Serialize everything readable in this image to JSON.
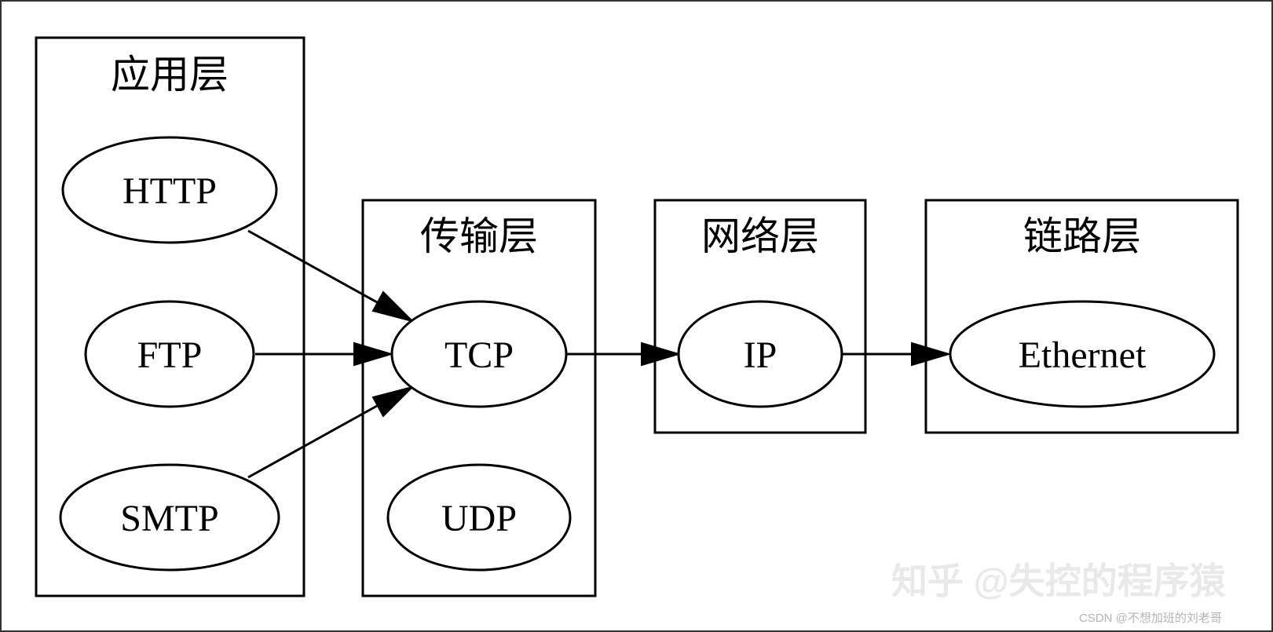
{
  "layers": [
    {
      "id": "app",
      "label": "应用层"
    },
    {
      "id": "transport",
      "label": "传输层"
    },
    {
      "id": "network",
      "label": "网络层"
    },
    {
      "id": "link",
      "label": "链路层"
    }
  ],
  "nodes": [
    {
      "id": "http",
      "label": "HTTP",
      "layer": "app"
    },
    {
      "id": "ftp",
      "label": "FTP",
      "layer": "app"
    },
    {
      "id": "smtp",
      "label": "SMTP",
      "layer": "app"
    },
    {
      "id": "tcp",
      "label": "TCP",
      "layer": "transport"
    },
    {
      "id": "udp",
      "label": "UDP",
      "layer": "transport"
    },
    {
      "id": "ip",
      "label": "IP",
      "layer": "network"
    },
    {
      "id": "ethernet",
      "label": "Ethernet",
      "layer": "link"
    }
  ],
  "edges": [
    {
      "from": "http",
      "to": "tcp"
    },
    {
      "from": "ftp",
      "to": "tcp"
    },
    {
      "from": "smtp",
      "to": "tcp"
    },
    {
      "from": "tcp",
      "to": "ip"
    },
    {
      "from": "ip",
      "to": "ethernet"
    }
  ],
  "watermarks": {
    "main": "知乎 @失控的程序猿",
    "sub": "CSDN @不想加班的刘老哥"
  },
  "colors": {
    "stroke": "#000000",
    "background": "#ffffff"
  }
}
